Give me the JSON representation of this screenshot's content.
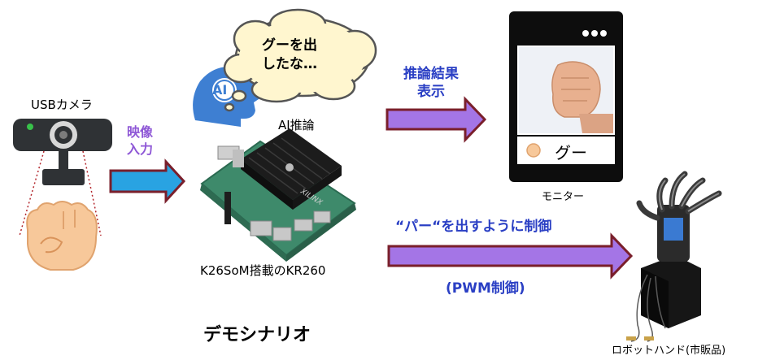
{
  "camera": {
    "label": "USBカメラ"
  },
  "video_input": {
    "line1": "映像",
    "line2": "入力"
  },
  "speech_bubble": {
    "line1": "グーを出",
    "line2": "したな…"
  },
  "ai": {
    "icon_text": "AI",
    "label": "AI推論"
  },
  "board": {
    "label": "K26SoM搭載のKR260",
    "chip_brand": "XILINX"
  },
  "inference_display": {
    "line1": "推論結果",
    "line2": "表示"
  },
  "monitor": {
    "result": "グー",
    "label": "モニター"
  },
  "control": {
    "line1": "“パー“を出すように制御",
    "line2": "(PWM制御)"
  },
  "robot_hand": {
    "label": "ロボットハンド(市販品)"
  },
  "scenario_title": "デモシナリオ",
  "colors": {
    "input_arrow": "#29a3e2",
    "output_arrow": "#a475e6",
    "arrow_border": "#7a1f2b",
    "blue_text": "#2a3fc4",
    "purple_text": "#8e57d6"
  }
}
